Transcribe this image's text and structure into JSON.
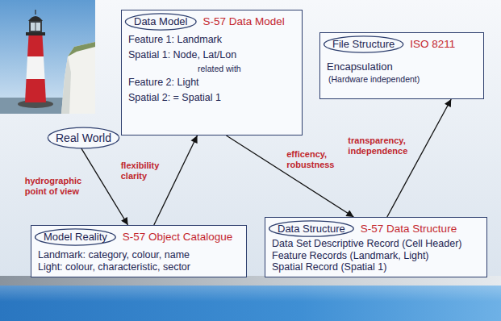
{
  "diagram": {
    "nodes": [
      {
        "text": [
          "Real World"
        ]
      },
      {
        "text": [
          "S-57 Data Model",
          "Feature 1: Landmark",
          "Spatial 1: Node, Lat/Lon",
          "related with",
          "Feature 2: Light",
          "Spatial 2: = Spatial 1"
        ]
      },
      {
        "text": [
          "Data Model"
        ],
        "in": 1
      },
      {
        "text": [
          "ISO 8211",
          "Encapsulation",
          "(Hardware independent)"
        ]
      },
      {
        "text": [
          "File Structure"
        ],
        "in": 3
      },
      {
        "text": [
          "S-57 Object Catalogue",
          "Landmark: category, colour, name",
          "Light: colour, characteristic, sector"
        ]
      },
      {
        "text": [
          "Model Reality"
        ],
        "in": 5
      },
      {
        "text": [
          "S-57 Data Structure",
          "Data Set Descriptive Record (Cell Header)",
          "Feature Records (Landmark, Light)",
          "Spatial Record (Spatial 1)"
        ]
      },
      {
        "text": [
          "Data Structure"
        ],
        "in": 7
      }
    ],
    "edges": [
      {
        "from": 0,
        "to": 5,
        "arrow": "to",
        "label": "hydrographic point of view"
      },
      {
        "from": 5,
        "to": 1,
        "arrow": "to",
        "label": "flexibility clarity"
      },
      {
        "from": 1,
        "to": 7,
        "arrow": "to",
        "label": "efficency, robustness"
      },
      {
        "from": 7,
        "to": 3,
        "arrow": "to",
        "label": "transparency, independence"
      }
    ]
  }
}
